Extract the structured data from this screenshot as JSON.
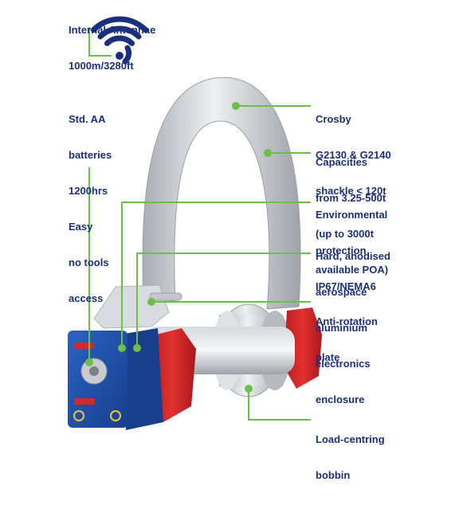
{
  "antenna": {
    "lines": [
      "Internal Antennae",
      "1000m/3280ft"
    ]
  },
  "batteries": {
    "lines": [
      "Std. AA",
      "batteries",
      "1200hrs",
      "Easy",
      "no tools",
      "access"
    ]
  },
  "shackle": {
    "lines": [
      "Crosby",
      "G2130 & G2140",
      "shackle < 120t"
    ]
  },
  "capacities": {
    "lines": [
      "Capacities",
      "from 3.25-500t",
      "(up to 3000t",
      "available POA)"
    ]
  },
  "environmental": {
    "lines": [
      "Environmental",
      "protection",
      "IP67/NEMA6"
    ]
  },
  "enclosure": {
    "lines": [
      "Hard, anodised",
      "aerospace",
      "aluminium",
      "electronics",
      "enclosure"
    ]
  },
  "anti_rotation": {
    "lines": [
      "Anti-rotation",
      "plate"
    ]
  },
  "bobbin": {
    "lines": [
      "Load-centring",
      "bobbin"
    ]
  },
  "colors": {
    "label_text": "#1b2f7a",
    "leader_line": "#6cc04a",
    "shackle_steel": "#c9ccd1",
    "housing_blue": "#1f4fa8",
    "nut_red": "#d9262b",
    "antenna_blue": "#1b2f7a"
  }
}
